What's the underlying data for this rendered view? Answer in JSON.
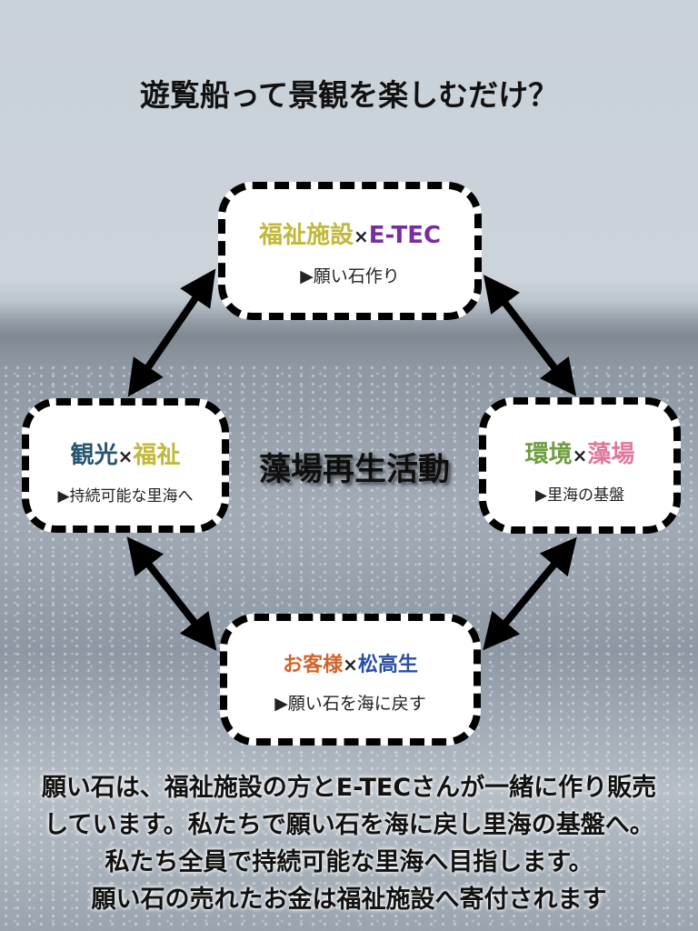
{
  "title": "遊覧船って景観を楽しむだけ？",
  "center_label": "藻場再生活動",
  "boxes": {
    "top": {
      "left_word": "福祉施設",
      "sep": "×",
      "right_word": "E-TEC",
      "sub": "▶願い石作り",
      "left_color": "#c2b83a",
      "right_color": "#7a2e9e"
    },
    "left": {
      "left_word": "観光",
      "sep": "×",
      "right_word": "福祉",
      "sub": "▶持続可能な里海へ",
      "left_color": "#27566e",
      "right_color": "#c2b83a"
    },
    "right": {
      "left_word": "環境",
      "sep": "×",
      "right_word": "藻場",
      "sub": "▶里海の基盤",
      "left_color": "#6e9e3e",
      "right_color": "#e0789e"
    },
    "bottom": {
      "left_word": "お客様",
      "sep": "×",
      "right_word": "松高生",
      "sub": "▶願い石を海に戻す",
      "left_color": "#d3642a",
      "right_color": "#2a4fa8"
    }
  },
  "body_lines": [
    "願い石は、福祉施設の方とE-TECさんが一緒に作り販売",
    "しています。私たちで願い石を海に戻し里海の基盤へ。",
    "私たち全員で持続可能な里海へ目指します。",
    "願い石の売れたお金は福祉施設へ寄付されます"
  ]
}
